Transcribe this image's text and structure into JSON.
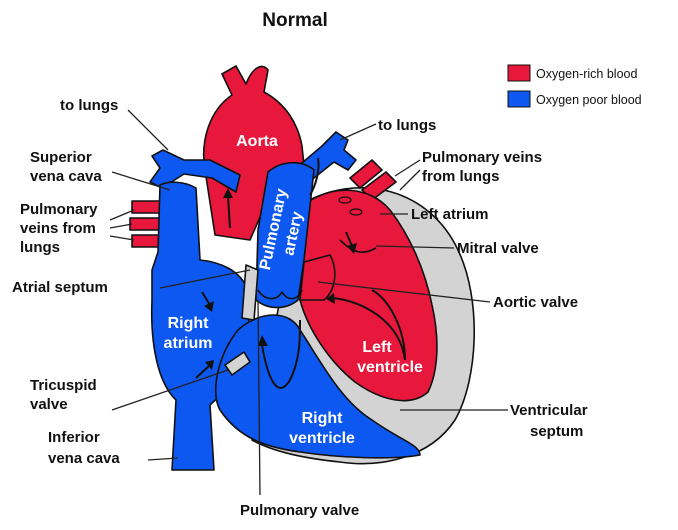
{
  "title": "Normal",
  "legend": [
    {
      "label": "Oxygen-rich blood",
      "color": "#e8173c"
    },
    {
      "label": "Oxygen poor blood",
      "color": "#0d58f0"
    }
  ],
  "colors": {
    "oxygen_rich": "#e8173c",
    "oxygen_poor": "#0d58f0",
    "septum": "#d3d3d3",
    "outline": "#111111"
  },
  "labels": {
    "to_lungs_left": "to lungs",
    "to_lungs_right": "to lungs",
    "superior_vena_cava": [
      "Superior",
      "vena cava"
    ],
    "pulmonary_veins_left": [
      "Pulmonary",
      "veins from",
      "lungs"
    ],
    "atrial_septum": "Atrial septum",
    "tricuspid_valve": [
      "Tricuspid",
      "valve"
    ],
    "inferior_vena_cava": [
      "Inferior",
      "vena cava"
    ],
    "pulmonary_veins_right": [
      "Pulmonary veins",
      "from lungs"
    ],
    "left_atrium": "Left atrium",
    "mitral_valve": "Mitral valve",
    "aortic_valve": "Aortic valve",
    "ventricular_septum": [
      "Ventricular",
      "septum"
    ],
    "pulmonary_valve": "Pulmonary valve"
  },
  "inner_labels": {
    "aorta": "Aorta",
    "pulmonary_artery": [
      "Pulmonary",
      "artery"
    ],
    "right_atrium": [
      "Right",
      "atrium"
    ],
    "right_ventricle": [
      "Right",
      "ventricle"
    ],
    "left_ventricle": [
      "Left",
      "ventricle"
    ]
  }
}
